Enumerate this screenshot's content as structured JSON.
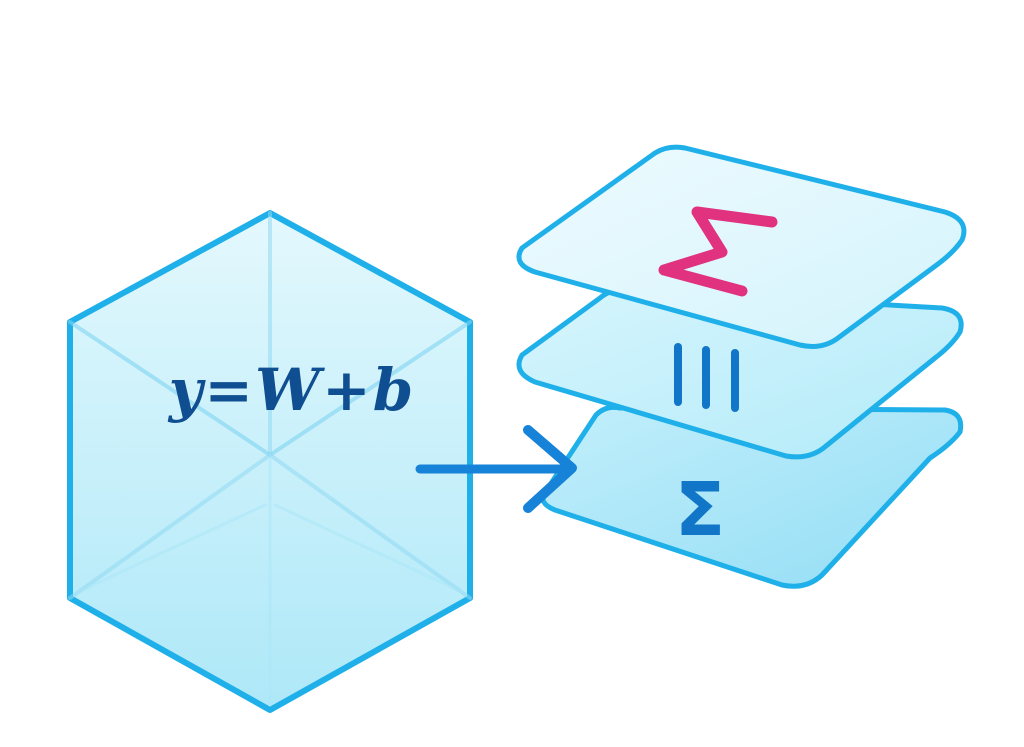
{
  "diagram": {
    "cube": {
      "formula": "y=W+b"
    },
    "layers": [
      {
        "name": "top",
        "label": "Σ"
      },
      {
        "name": "middle",
        "label": "|||"
      },
      {
        "name": "bottom",
        "label": "Σ"
      }
    ],
    "colors": {
      "outline": "#1fb0ea",
      "cube_fill": "#c9f0fb",
      "layer_fill_top": "#e4f7fd",
      "layer_fill_mid": "#c2eefa",
      "layer_fill_bottom": "#a6e4f7",
      "formula_text": "#0f4e90",
      "arrow": "#1683d8",
      "accent_sigma": "#e0327f",
      "layer_symbol": "#1176c8"
    }
  }
}
